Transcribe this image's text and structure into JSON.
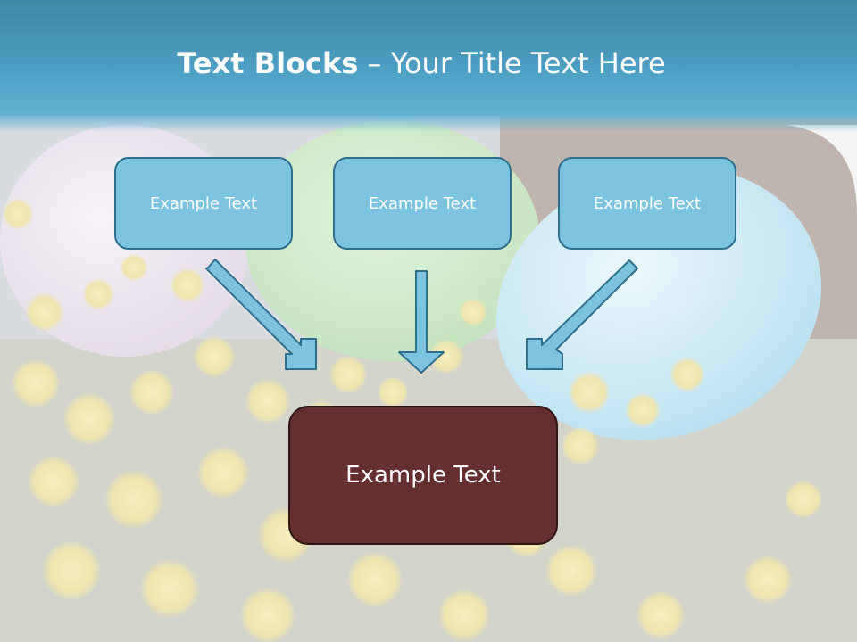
{
  "slide": {
    "title_bold": "Text Blocks",
    "title_dash": " – ",
    "title_rest": "Your Title Text Here"
  },
  "blocks": [
    {
      "label": "Example Text"
    },
    {
      "label": "Example Text"
    },
    {
      "label": "Example Text"
    }
  ],
  "main_block": {
    "label": "Example Text"
  },
  "colors": {
    "header": "#4d9fc4",
    "block_fill": "#7cc3e0",
    "block_border": "#2f6f8c",
    "main_fill": "#652f30",
    "arrow_fill": "#7cc3e0"
  },
  "background": {
    "description_icon": "easter-eggs-mimosa-photo"
  }
}
